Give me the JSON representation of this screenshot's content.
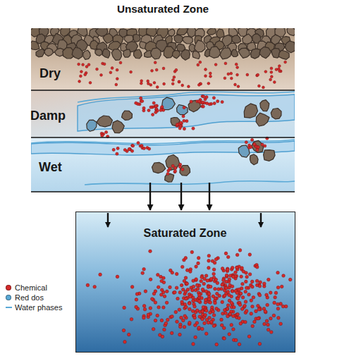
{
  "diagram": {
    "nodes": [
      {
        "text": [
          "Unsaturated Zone"
        ]
      },
      {
        "text": [
          "Dry"
        ],
        "in": 0
      },
      {
        "text": [
          "Damp"
        ],
        "in": 0
      },
      {
        "text": [
          "Wet"
        ],
        "in": 0
      },
      {
        "text": [
          "Saturated Zone"
        ]
      }
    ],
    "edges": [
      {
        "from": 3,
        "to": 4,
        "arrow": "to"
      },
      {
        "from": 3,
        "to": 4,
        "arrow": "to"
      },
      {
        "from": 3,
        "to": 4,
        "arrow": "to"
      }
    ],
    "legend": [
      {
        "text": "Chemical",
        "color": "#d42a2a"
      },
      {
        "text": "Red dos",
        "color": "#5aa9d6"
      },
      {
        "text": "Water phases"
      }
    ]
  }
}
